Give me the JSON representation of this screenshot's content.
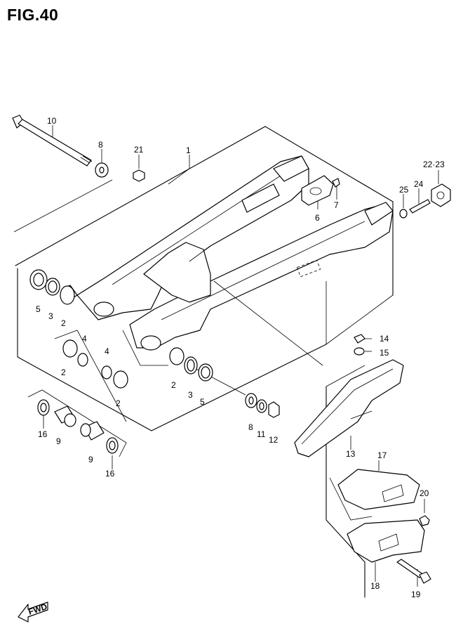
{
  "title": "FIG.40",
  "fwd_label": "FWD",
  "callouts": {
    "p1": "1",
    "p2a": "2",
    "p2b": "2",
    "p2c": "2",
    "p2d": "2",
    "p3a": "3",
    "p3b": "3",
    "p4a": "4",
    "p4b": "4",
    "p5a": "5",
    "p5b": "5",
    "p6": "6",
    "p7": "7",
    "p8a": "8",
    "p8b": "8",
    "p9a": "9",
    "p9b": "9",
    "p10": "10",
    "p11": "11",
    "p12": "12",
    "p13": "13",
    "p14": "14",
    "p15": "15",
    "p16a": "16",
    "p16b": "16",
    "p17": "17",
    "p18": "18",
    "p19": "19",
    "p20": "20",
    "p21": "21",
    "p22_23": "22·23",
    "p24": "24",
    "p25": "25"
  }
}
